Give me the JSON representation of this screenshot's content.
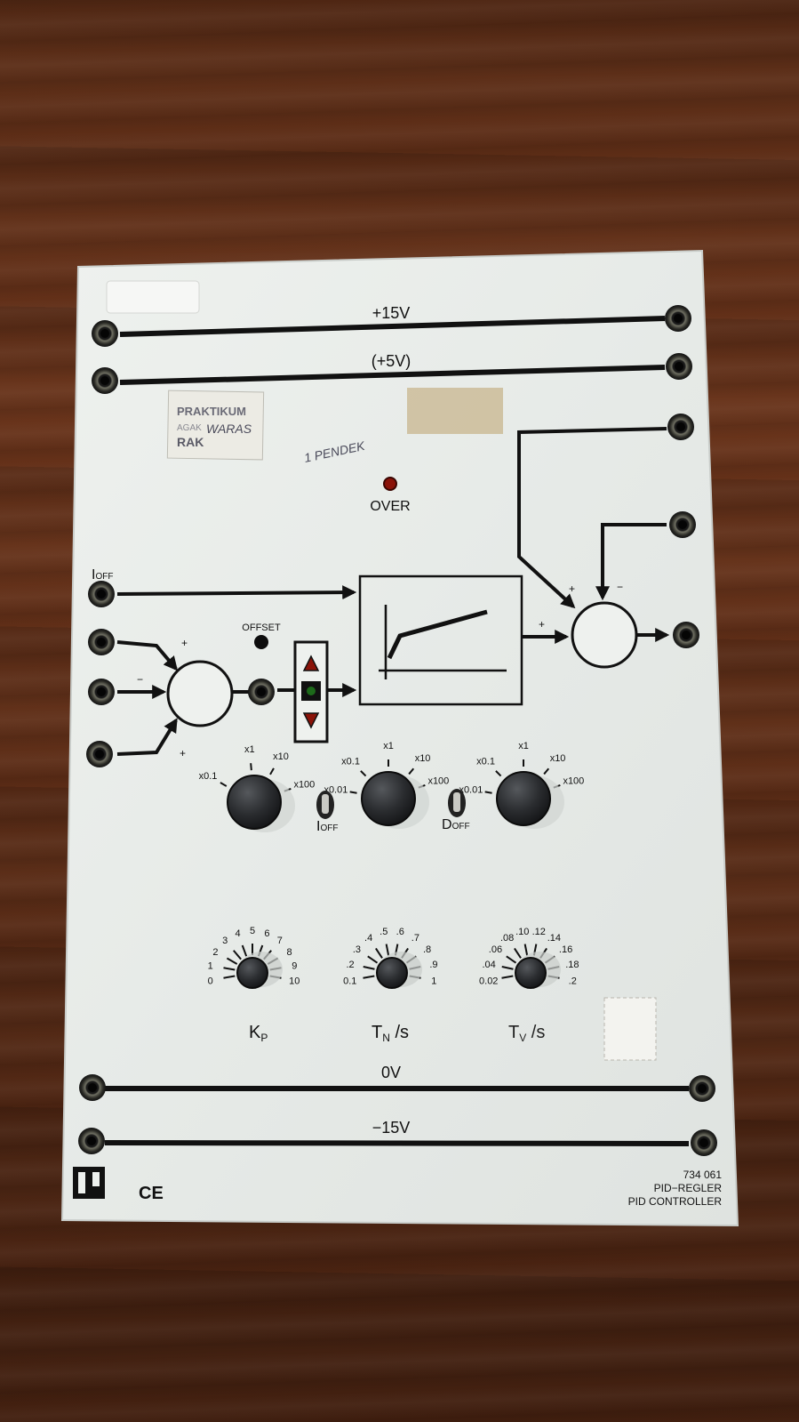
{
  "rails": {
    "plus15": "+15V",
    "plus5": "(+5V)",
    "zero": "0V",
    "minus15": "−15V"
  },
  "indicator": {
    "over_label": "OVER",
    "offset_label": "OFFSET"
  },
  "labels": {
    "i_off_top_letter": "I",
    "i_off_top_sub": "OFF",
    "i_off_switch_letter": "I",
    "i_off_switch_sub": "OFF",
    "d_off_letter": "D",
    "d_off_sub": "OFF",
    "sum_plus_top": "+",
    "sum_minus": "−",
    "sum_plus_bottom": "+",
    "right_plus_top": "+",
    "right_minus": "−",
    "right_plus_left": "+"
  },
  "range_knobs": {
    "kp": [
      "x0.1",
      "x1",
      "x10",
      "x100"
    ],
    "tn": [
      "x0.01",
      "x0.1",
      "x1",
      "x10",
      "x100"
    ],
    "tv": [
      "x0.01",
      "x0.1",
      "x1",
      "x10",
      "x100"
    ]
  },
  "dials": {
    "kp": {
      "title": "K",
      "sub": "P",
      "scale": [
        "0",
        "1",
        "2",
        "3",
        "4",
        "5",
        "6",
        "7",
        "8",
        "9",
        "10"
      ]
    },
    "tn": {
      "title": "T",
      "sub": "N",
      "unit": " /s",
      "scale": [
        "0.1",
        ".2",
        ".3",
        ".4",
        ".5",
        ".6",
        ".7",
        ".8",
        ".9",
        "1"
      ]
    },
    "tv": {
      "title": "T",
      "sub": "V",
      "unit": " /s",
      "scale": [
        "0.02",
        ".04",
        ".06",
        ".08",
        ".10",
        ".12",
        ".14",
        ".16",
        ".18",
        ".2"
      ]
    }
  },
  "stickers": {
    "label_lines": [
      "PRAKTIKUM",
      "AGAK",
      "WARAS",
      "RAK"
    ],
    "scribble": "1 PENDEK"
  },
  "footer": {
    "ce_mark": "CE",
    "model_number": "734 061",
    "name_de": "PID−REGLER",
    "name_en": "PID CONTROLLER"
  }
}
